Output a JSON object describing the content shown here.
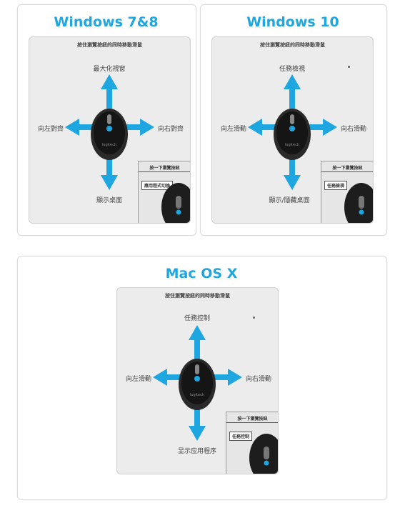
{
  "colors": {
    "accent": "#1ea6e0"
  },
  "sections": {
    "win78": {
      "title": "Windows 7&8",
      "instruction": "按住瀏覽按鈕的同時移動滑鼠",
      "up": "最大化視窗",
      "left": "向左對齊",
      "right": "向右對齊",
      "down": "顯示桌面",
      "inset_header": "按一下瀏覽按鈕",
      "inset_label": "應用程式切換"
    },
    "win10": {
      "title": "Windows 10",
      "instruction": "按住瀏覽按鈕的同時移動滑鼠",
      "up": "任務檢視",
      "left": "向左滑動",
      "right": "向右滑動",
      "down": "顯示/隱藏桌面",
      "inset_header": "按一下瀏覽按鈕",
      "inset_label": "任務檢視"
    },
    "mac": {
      "title": "Mac OS X",
      "instruction": "按住瀏覽按鈕的同時移動滑鼠",
      "up": "任務控制",
      "left": "向左滑動",
      "right": "向右滑動",
      "down": "显示应用程序",
      "inset_header": "按一下瀏覽按鈕",
      "inset_label": "任務控制"
    }
  },
  "mouse_brand": "logitech"
}
